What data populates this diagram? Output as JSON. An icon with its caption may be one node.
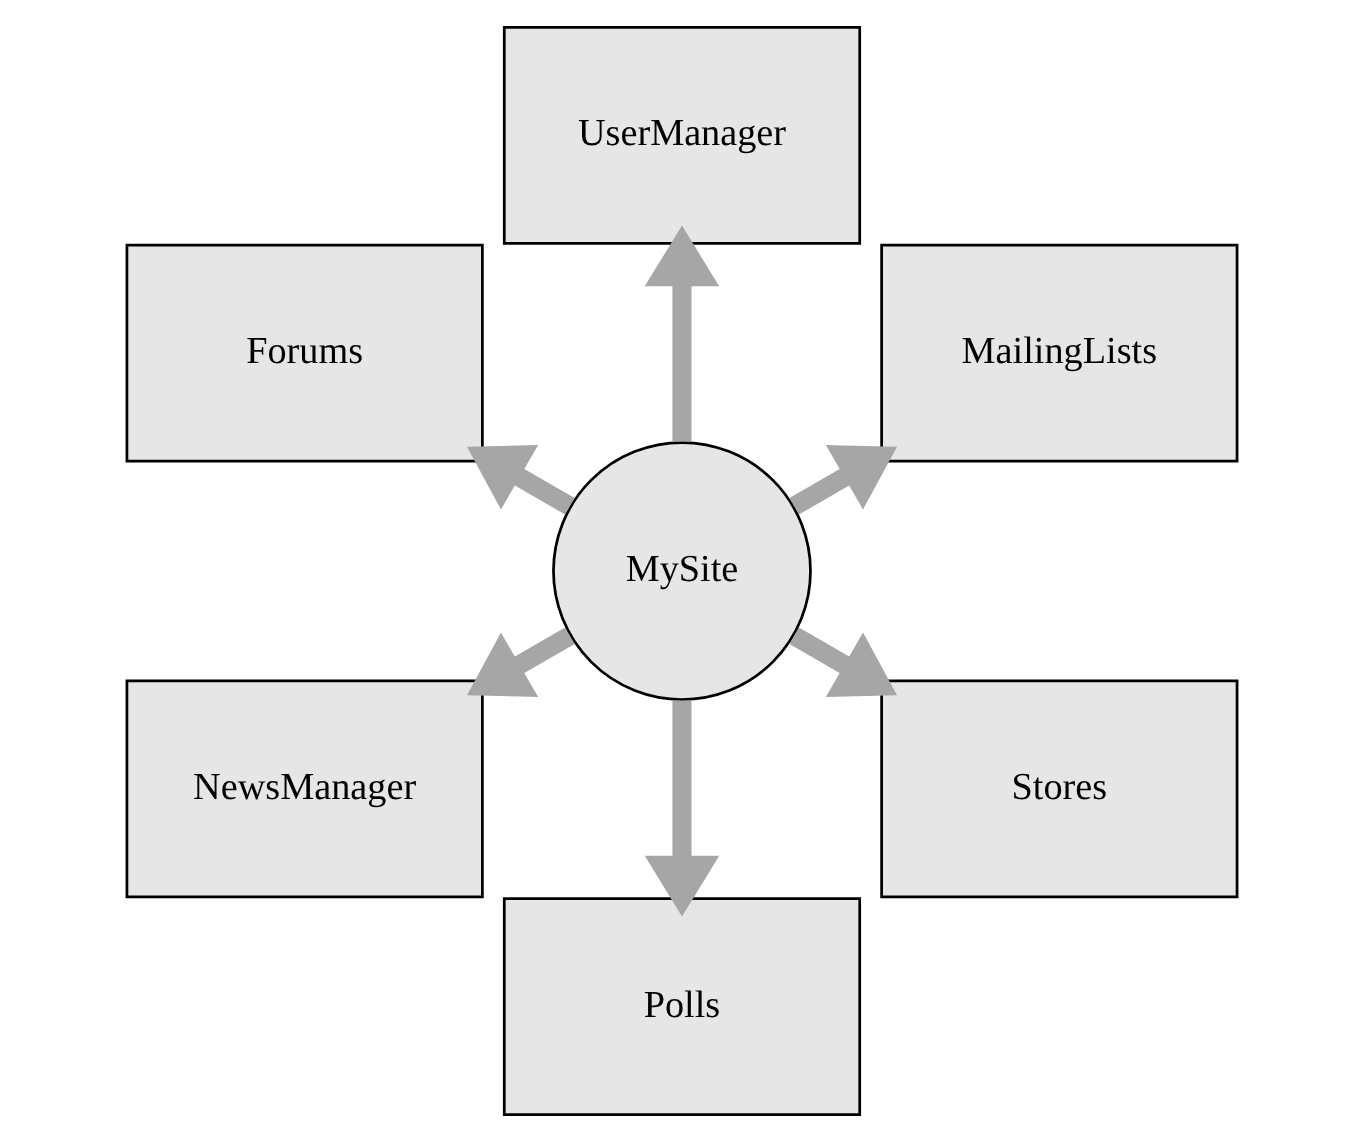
{
  "diagram": {
    "nodes": [
      {
        "text": [
          "MailingLists"
        ]
      },
      {
        "text": [
          "UserManager"
        ]
      },
      {
        "text": [
          "Forums"
        ]
      },
      {
        "text": [
          "MySite"
        ]
      },
      {
        "text": [
          "NewsManager"
        ]
      },
      {
        "text": [
          "Polls"
        ]
      },
      {
        "text": [
          "Stores"
        ]
      }
    ],
    "edges": [
      {
        "from": 3,
        "to": 0,
        "arrow": "to"
      },
      {
        "from": 3,
        "to": 1,
        "arrow": "to"
      },
      {
        "from": 3,
        "to": 2,
        "arrow": "to"
      },
      {
        "from": 3,
        "to": 4,
        "arrow": "to"
      },
      {
        "from": 3,
        "to": 5,
        "arrow": "to"
      },
      {
        "from": 3,
        "to": 6,
        "arrow": "to"
      }
    ]
  }
}
